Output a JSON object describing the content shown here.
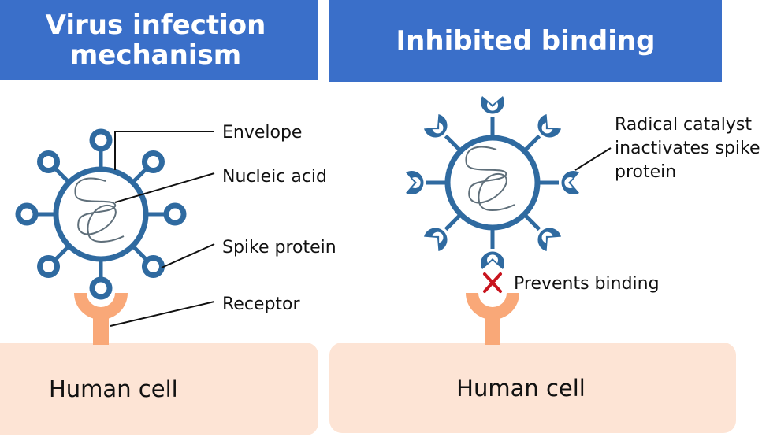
{
  "panels": {
    "left": {
      "title_line1": "Virus infection",
      "title_line2": "mechanism",
      "labels": {
        "envelope": "Envelope",
        "nucleic_acid": "Nucleic acid",
        "spike_protein": "Spike protein",
        "receptor": "Receptor"
      },
      "cell_label": "Human cell"
    },
    "right": {
      "title": "Inhibited binding",
      "annotation_lines": [
        "Radical catalyst",
        "inactivates spike",
        "protein"
      ],
      "prevents_label": "Prevents binding",
      "cell_label": "Human cell"
    }
  },
  "colors": {
    "header_bg": "#3a6fc9",
    "header_text": "#ffffff",
    "virus_blue": "#2f6aa0",
    "nucleic_gray": "#5f6f7a",
    "receptor_orange": "#f9a878",
    "cell_fill": "#fde4d5",
    "block_red": "#c8141e",
    "leader_line": "#111111"
  },
  "icons": {
    "virus_normal": "virus-with-round-spikes",
    "virus_inactivated": "virus-with-notched-spikes",
    "receptor": "y-shaped-receptor",
    "block": "red-x-mark"
  }
}
